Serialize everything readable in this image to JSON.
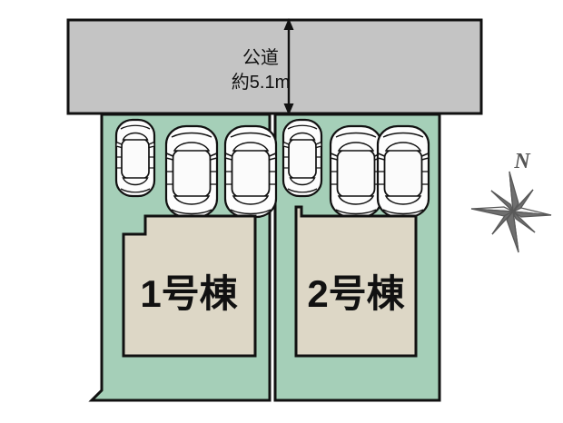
{
  "diagram": {
    "type": "site-plan",
    "title_visible": false,
    "background_color": "#ffffff"
  },
  "road": {
    "label_line1": "公道",
    "label_line2": "約5.1m",
    "fill_color": "#c4c4c4",
    "stroke_color": "#111111",
    "dimension": {
      "value": "5.1",
      "unit": "m",
      "prefix": "約",
      "arrow_direction": "double-vertical",
      "arrow_color": "#111111"
    }
  },
  "site": {
    "fill_color": "#a5cfb8",
    "stroke_color": "#111111",
    "lots": [
      {
        "id": "lot-1",
        "building_label": "1号棟",
        "building_fill": "#ddd7c6",
        "parking_spaces": 3,
        "cars": [
          {
            "position": "left",
            "size": "compact"
          },
          {
            "position": "center",
            "size": "standard"
          },
          {
            "position": "right",
            "size": "standard"
          }
        ]
      },
      {
        "id": "lot-2",
        "building_label": "2号棟",
        "building_fill": "#ddd7c6",
        "parking_spaces": 3,
        "cars": [
          {
            "position": "left",
            "size": "compact"
          },
          {
            "position": "center",
            "size": "standard"
          },
          {
            "position": "right",
            "size": "standard"
          }
        ]
      }
    ]
  },
  "compass": {
    "label": "N",
    "style": "8-point-rose",
    "fill_light": "#f2f2f2",
    "fill_dark": "#6f6f6f",
    "stroke_color": "#595959"
  }
}
